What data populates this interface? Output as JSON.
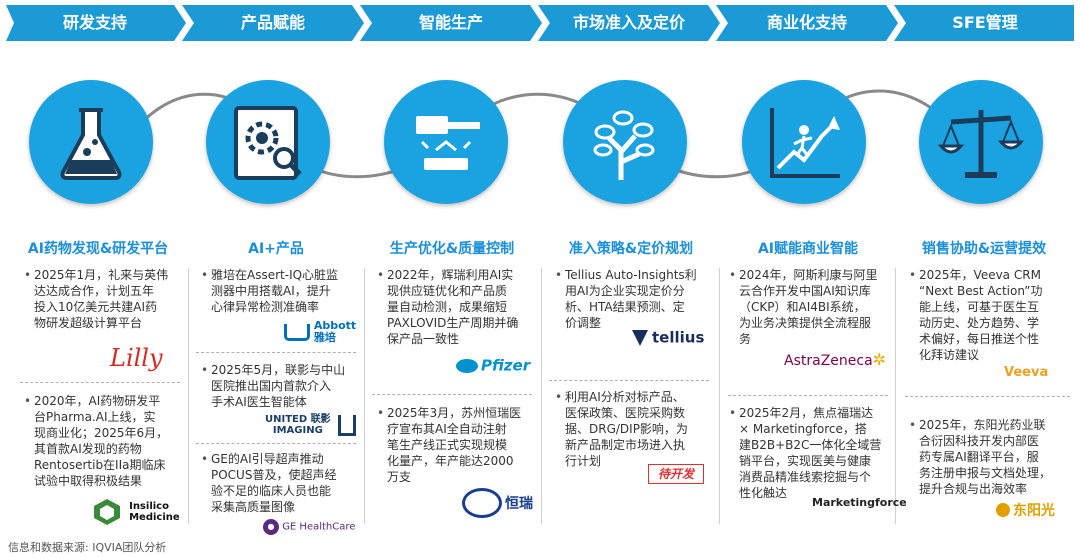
{
  "stages": [
    {
      "title": "研发支持",
      "subtitle": "AI药物发现&研发平台",
      "icon": "flask-icon"
    },
    {
      "title": "产品赋能",
      "subtitle": "AI+产品",
      "icon": "gear-book-icon"
    },
    {
      "title": "智能生产",
      "subtitle": "生产优化&质量控制",
      "icon": "hammer-icon"
    },
    {
      "title": "市场准入及定价",
      "subtitle": "准入策略&定价规划",
      "icon": "tree-icon"
    },
    {
      "title": "商业化支持",
      "subtitle": "AI赋能商业智能",
      "icon": "growth-chart-icon"
    },
    {
      "title": "SFE管理",
      "subtitle": "销售协助&运营提效",
      "icon": "scale-icon"
    }
  ],
  "col1": {
    "b1": [
      "2025年1月，礼来与英伟",
      "达达成合作，计划五年",
      "投入10亿美元共建AI药",
      "物研发超级计算平台"
    ],
    "logo1": "Lilly",
    "b2": [
      "2020年，AI药物研发平",
      "台Pharma.AI上线，实",
      "现商业化；2025年6月，",
      "其首款AI发现的药物",
      "Rentosertib在IIa期临床",
      "试验中取得积极结果"
    ],
    "logo2a": "Insilico",
    "logo2b": "Medicine"
  },
  "col2": {
    "b1": [
      "雅培在Assert-IQ心脏监",
      "测器中用搭载AI，提升",
      "心律异常检测准确率"
    ],
    "logo1a": "Abbott",
    "logo1b": "雅培",
    "b2": [
      "2025年5月，联影与中山",
      "医院推出国内首款介入",
      "手术AI医生智能体"
    ],
    "logo2a": "UNITED 联影",
    "logo2b": "IMAGING",
    "b3": [
      "GE的AI引导超声推动",
      "POCUS普及，使超声经",
      "验不足的临床人员也能",
      "采集高质量图像"
    ],
    "logo3": "GE HealthCare"
  },
  "col3": {
    "b1": [
      "2022年，辉瑞利用AI实",
      "现供应链优化和产品质",
      "量自动检测，成果缩短",
      "PAXLOVID生产周期并确",
      "保产品一致性"
    ],
    "logo1": "Pfizer",
    "b2": [
      "2025年3月，苏州恒瑞医",
      "疗宣布其AI全自动注射",
      "笔生产线正式实现规模",
      "化量产，年产能达2000",
      "万支"
    ],
    "logo2": "恒瑞"
  },
  "col4": {
    "b1": [
      "Tellius Auto-Insights利",
      "用AI为企业实现定价分",
      "析、HTA结果预测、定",
      "价调整"
    ],
    "logo1": "tellius",
    "b2": [
      "利用AI分析对标产品、",
      "医保政策、医院采购数",
      "据、DRG/DIP影响，为",
      "新产品制定市场进入执",
      "行计划"
    ],
    "tag": "待开发"
  },
  "col5": {
    "b1": [
      "2024年，阿斯利康与阿里",
      "云合作开发中国AI知识库",
      "（CKP）和AI4BI系统，",
      "为业务决策提供全流程服",
      "务"
    ],
    "logo1": "AstraZeneca",
    "b2": [
      "2025年2月，焦点福瑞达",
      "× Marketingforce，搭",
      "建B2B+B2C一体化全域营",
      "销平台，实现医美与健康",
      "消费品精准线索挖掘与个",
      "性化触达"
    ],
    "logo2": "Marketingforce"
  },
  "col6": {
    "b1": [
      "2025年，Veeva CRM",
      "“Next Best Action”功",
      "能上线，可基于医生互",
      "动历史、处方趋势、学",
      "术偏好，每日推送个性",
      "化拜访建议"
    ],
    "logo1": "Veeva",
    "b2": [
      "2025年，东阳光药业联",
      "合衍因科技开发内部医",
      "药专属AI翻译平台，服",
      "务注册申报与文档处理，",
      "提升合规与出海效率"
    ],
    "logo2": "东阳光"
  },
  "source": "信息和数据来源: IQVIA团队分析",
  "colors": {
    "primary": "#1aa3e0",
    "chevron": "#1b9ad6",
    "subtitle": "#1a8fdc",
    "tag": "#e03030"
  }
}
